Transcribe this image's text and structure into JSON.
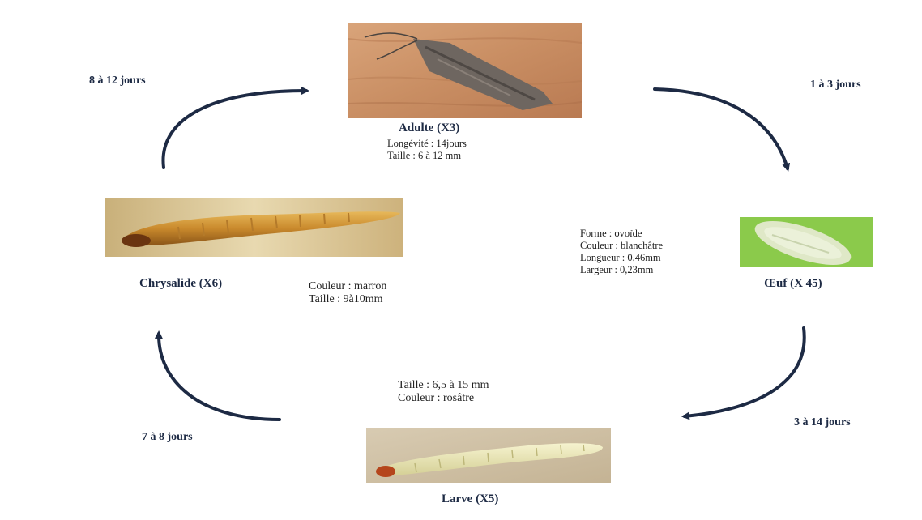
{
  "durations": {
    "adult_to_egg": "1 à 3 jours",
    "egg_to_larva": "3 à 14 jours",
    "larva_to_pupa": "7 à 8 jours",
    "pupa_to_adult": "8 à 12 jours"
  },
  "adult": {
    "title": "Adulte (X3)",
    "lines": [
      "Longévité : 14jours",
      "Taille : 6 à 12 mm"
    ]
  },
  "egg": {
    "title": "Œuf (X 45)",
    "lines": [
      "Forme : ovoïde",
      "Couleur : blanchâtre",
      "Longueur : 0,46mm",
      "Largeur : 0,23mm"
    ]
  },
  "larva": {
    "title": "Larve (X5)",
    "lines": [
      "Taille : 6,5 à 15 mm",
      "Couleur : rosâtre"
    ]
  },
  "pupa": {
    "title": "Chrysalide (X6)",
    "lines": [
      "Couleur : marron",
      "Taille : 9à10mm"
    ]
  },
  "colors": {
    "arrow": "#1d2a44",
    "text": "#1d2a44"
  }
}
